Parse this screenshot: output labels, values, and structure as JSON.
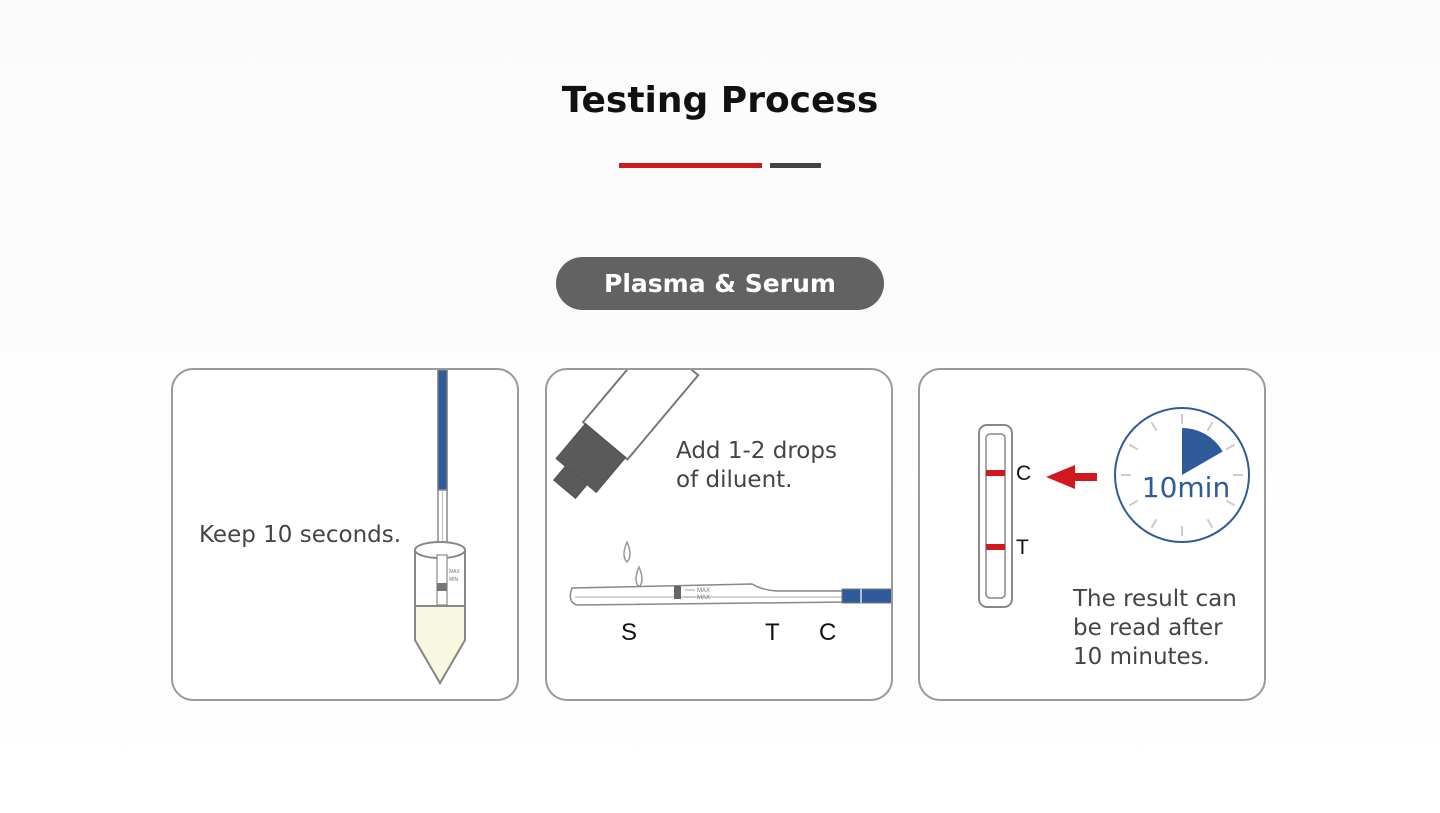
{
  "page": {
    "title": "Testing Process",
    "accent_color": "#d0181f",
    "secondary_color": "#444444",
    "blue_color": "#2f5b9b",
    "category_pill": "Plasma & Serum"
  },
  "steps": [
    {
      "text": "Keep 10 seconds.",
      "tube_marks": [
        "MAX",
        "MIN"
      ]
    },
    {
      "text_line1": "Add 1-2 drops",
      "text_line2": "of diluent.",
      "strip_marks": [
        "MAX",
        "MAX"
      ],
      "label_s": "S",
      "label_t": "T",
      "label_c": "C"
    },
    {
      "label_c": "C",
      "label_t": "T",
      "timer_text": "10min",
      "text_line1": "The result can",
      "text_line2": "be read after",
      "text_line3": "10 minutes."
    }
  ]
}
